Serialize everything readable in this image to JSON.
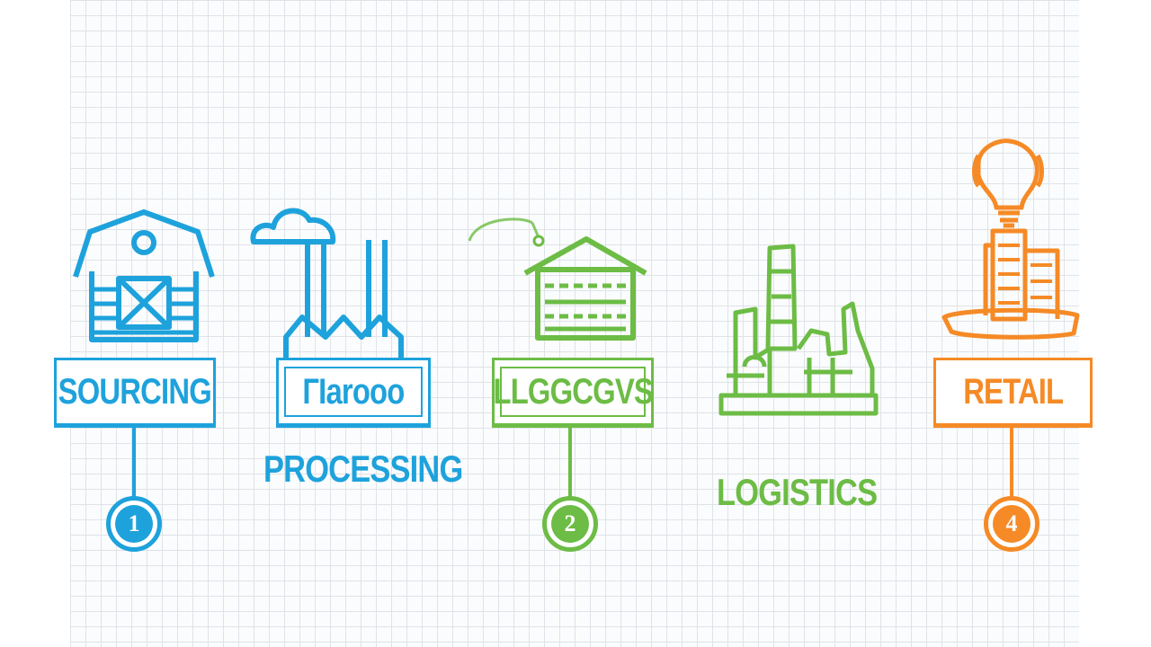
{
  "colors": {
    "blue": "#1ea2dc",
    "green": "#6cbc45",
    "orange": "#f58a26",
    "grid": "#dfe3e8"
  },
  "stages": [
    {
      "icon": "barn-icon",
      "label": "SOURCING",
      "badge": "1"
    },
    {
      "icon": "factory-icon",
      "label": "PROCESSING",
      "box_text": "ГІarooo"
    },
    {
      "icon": "warehouse-icon",
      "box_text": "LLGGCGVS",
      "badge": "2"
    },
    {
      "icon": "refinery-icon",
      "label": "LOGISTICS"
    },
    {
      "icon": "lightbulb-store-icon",
      "label": "RETAIL",
      "badge": "4"
    }
  ]
}
